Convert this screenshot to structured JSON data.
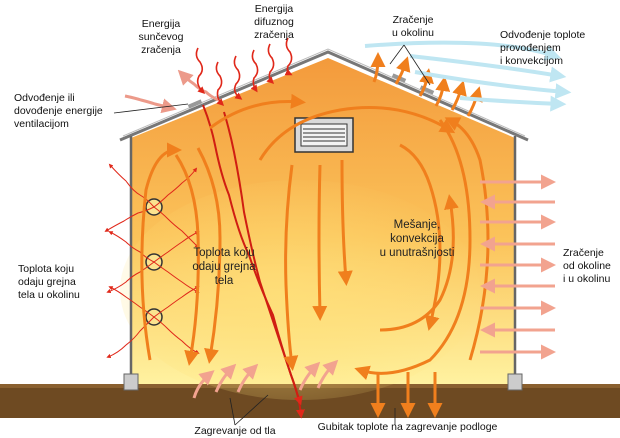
{
  "labels": {
    "solar": "Energija\nsunčevog\nzračenja",
    "diffuse": "Energija\ndifuznog\nzračenja",
    "radiation_out": "Zračenje\nu okolinu",
    "conduction_out": "Odvođenje toplote\nprovođenjem\ni konvekcijom",
    "ventilation": "Odvođenje ili\ndovođenje energije\nventilacijom",
    "body_heat_in": "Toplota koju\nodaju grejna\ntela",
    "body_heat_out": "Toplota koju\nodaju grejna\ntela u okolinu",
    "mixing": "Mešanje,\nkonvekcija\nu unutrašnjosti",
    "radiation_in": "Zračenje\nod okoline\ni u okolinu",
    "ground_heating": "Zagrevanje od tla",
    "ground_loss": "Gubitak toplote na zagrevanje podloge"
  },
  "colors": {
    "sky_arrow": "#bfe6f2",
    "red_arrow": "#e0281a",
    "orange_arrow": "#f07f1d",
    "pink_arrow": "#ec9a8a",
    "interior_top": "#f39a3c",
    "interior_bottom": "#fff2a0",
    "ground": "#6e4a22",
    "outline": "#555555"
  }
}
